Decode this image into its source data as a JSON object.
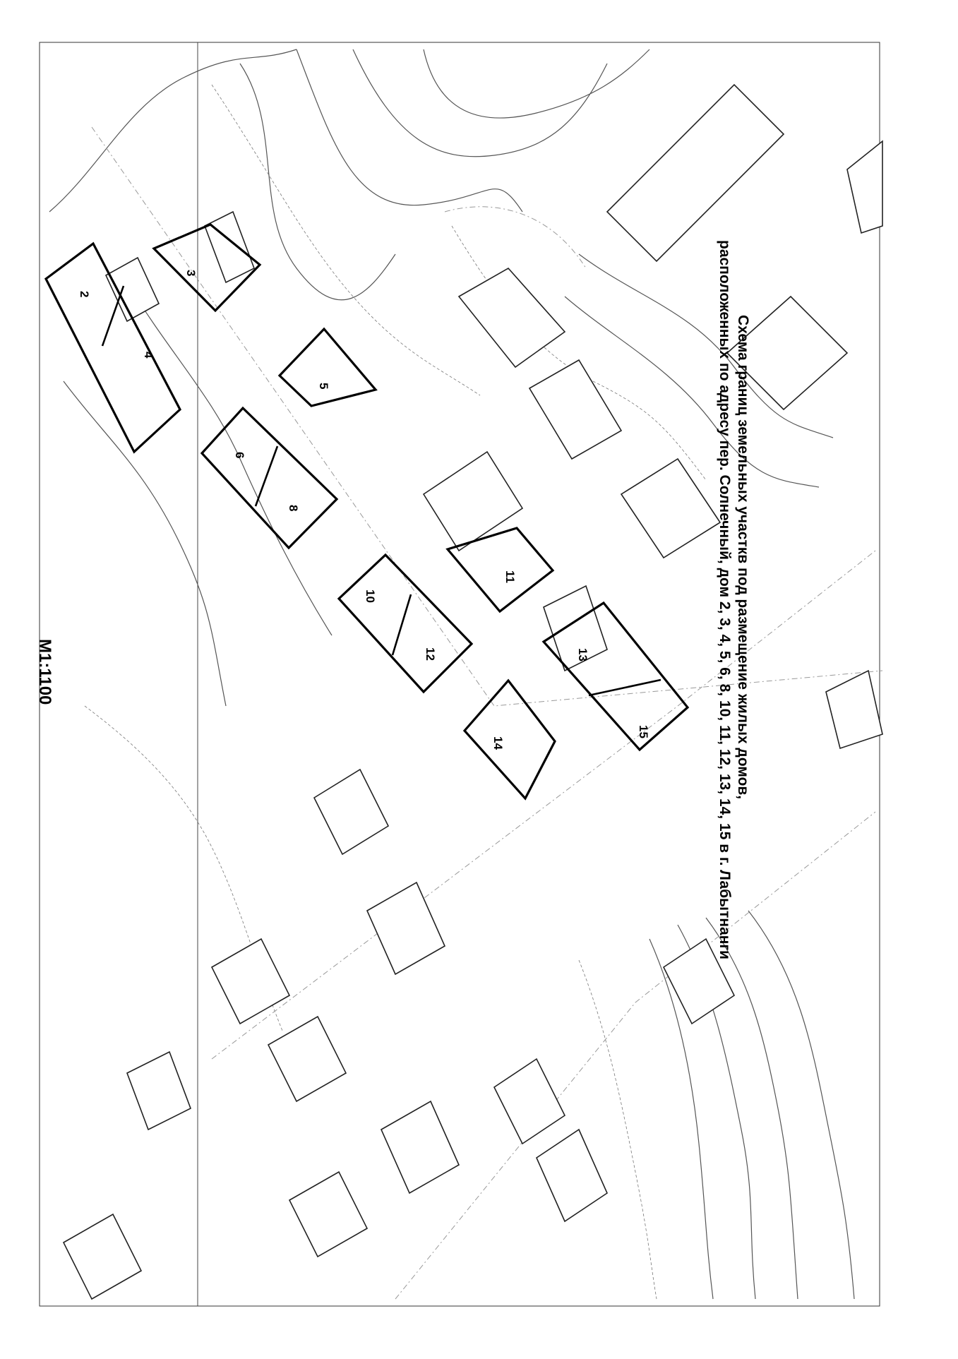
{
  "title": {
    "line1": "Схема границ земельных участкв под размещение жилых домов,",
    "line2": "расположенных по адресу пер. Солнечный, дом 2, 3, 4, 5, 6, 8, 10, 11, 12, 13, 14, 15 в г. Лабытнанги"
  },
  "scale": "М1:1100",
  "plots": [
    {
      "id": "p2",
      "label": "2"
    },
    {
      "id": "p3",
      "label": "3"
    },
    {
      "id": "p4",
      "label": "4"
    },
    {
      "id": "p5",
      "label": "5"
    },
    {
      "id": "p6",
      "label": "6"
    },
    {
      "id": "p8",
      "label": "8"
    },
    {
      "id": "p10",
      "label": "10"
    },
    {
      "id": "p11",
      "label": "11"
    },
    {
      "id": "p12",
      "label": "12"
    },
    {
      "id": "p13",
      "label": "13"
    },
    {
      "id": "p14",
      "label": "14"
    },
    {
      "id": "p15",
      "label": "15"
    }
  ],
  "colors": {
    "ink": "#000000",
    "contour": "#555555",
    "paper": "#ffffff"
  }
}
